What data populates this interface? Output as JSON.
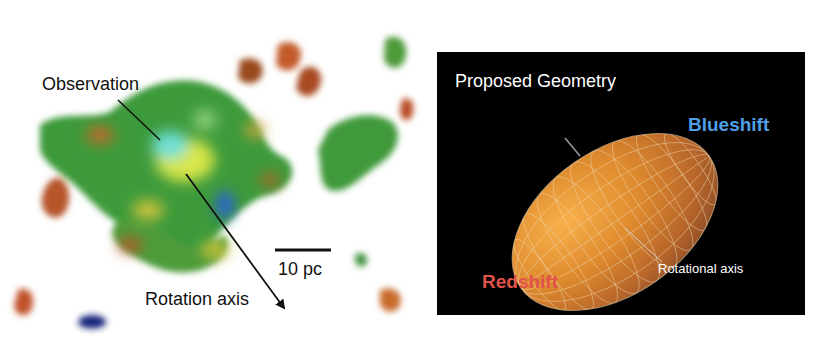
{
  "diagram": {
    "labels": [
      "Observation",
      "10 pc",
      "Rotation axis",
      "Proposed Geometry",
      "Blueshift",
      "Redshift",
      "Rotational axis"
    ]
  }
}
